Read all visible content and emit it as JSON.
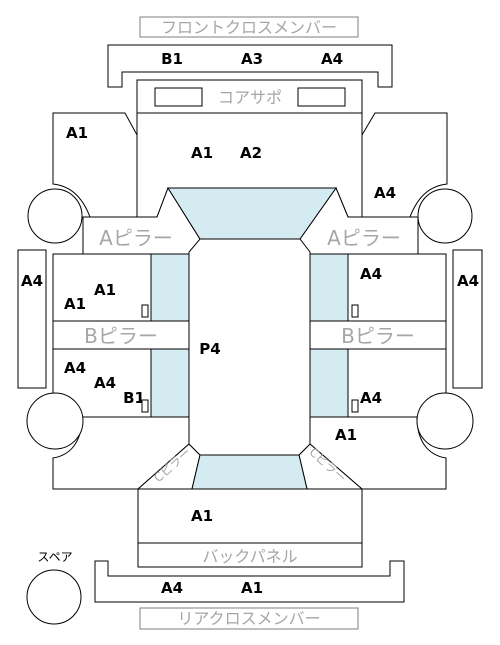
{
  "members": {
    "front_cross": "フロントクロスメンバー",
    "core_support": "コアサポ",
    "a_pillar": "Aピラー",
    "b_pillar": "Bピラー",
    "back_panel": "バックパネル",
    "rear_cross": "リアクロスメンバー",
    "spare": "スペア",
    "c_pillar_arc": "Cピラー"
  },
  "codes": {
    "front_b1": "B1",
    "front_a3": "A3",
    "front_a4": "A4",
    "hood_a1_left": "A1",
    "hood_a1": "A1",
    "hood_a2": "A2",
    "fender_right_a4": "A4",
    "side_left_a4": "A4",
    "side_right_a4": "A4",
    "front_door_left_a1_upper": "A1",
    "front_door_left_a1_lower": "A1",
    "front_door_right_a4": "A4",
    "roof_p4": "P4",
    "rear_door_left_a4_upper": "A4",
    "rear_door_left_a4_lower": "A4",
    "rear_door_left_b1": "B1",
    "rear_door_right_a4": "A4",
    "quarter_right_a1": "A1",
    "trunk_a1": "A1",
    "rear_a4": "A4",
    "rear_a1": "A1"
  }
}
